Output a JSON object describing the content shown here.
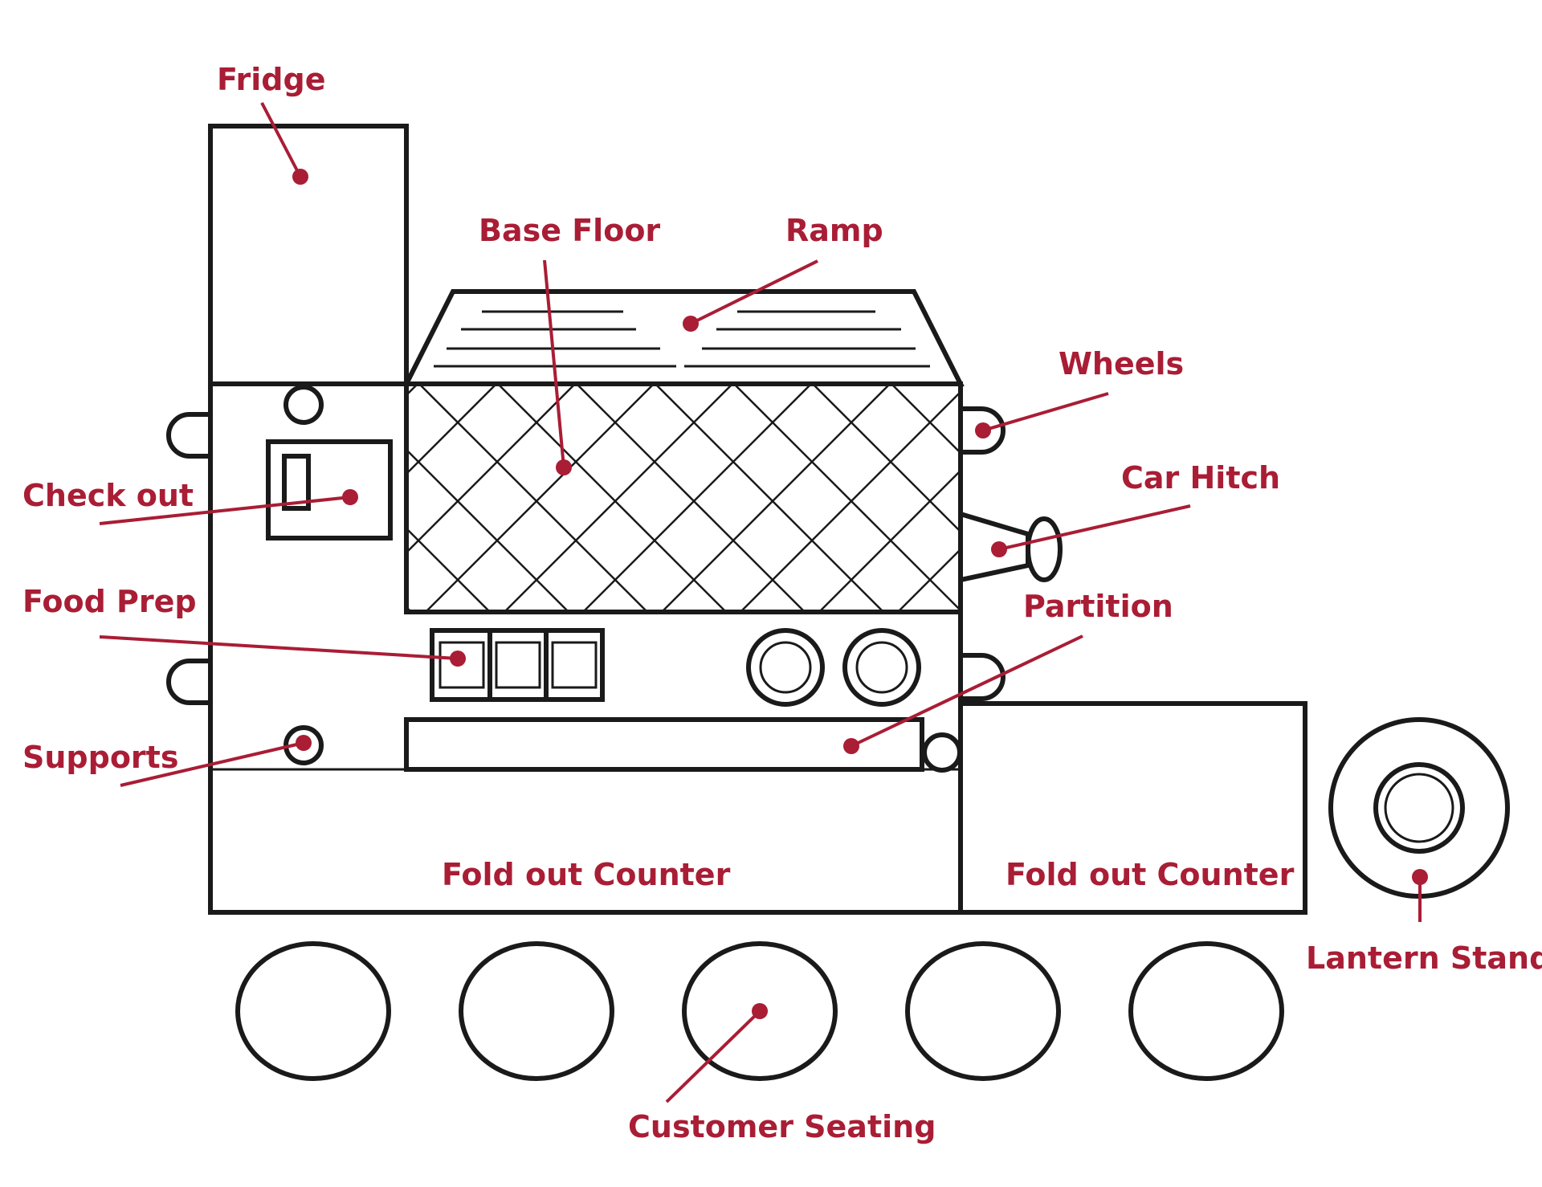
{
  "colors": {
    "label": "#a91d35",
    "outline": "#1a1a1a",
    "background": "#ffffff"
  },
  "labels": {
    "fridge": "Fridge",
    "base_floor": "Base Floor",
    "ramp": "Ramp",
    "wheels": "Wheels",
    "check_out": "Check out",
    "car_hitch": "Car Hitch",
    "food_prep": "Food Prep",
    "partition": "Partition",
    "supports": "Supports",
    "fold_out_counter_left": "Fold out Counter",
    "fold_out_counter_right": "Fold out Counter",
    "lantern_stand": "Lantern Stand",
    "customer_seating": "Customer Seating"
  }
}
